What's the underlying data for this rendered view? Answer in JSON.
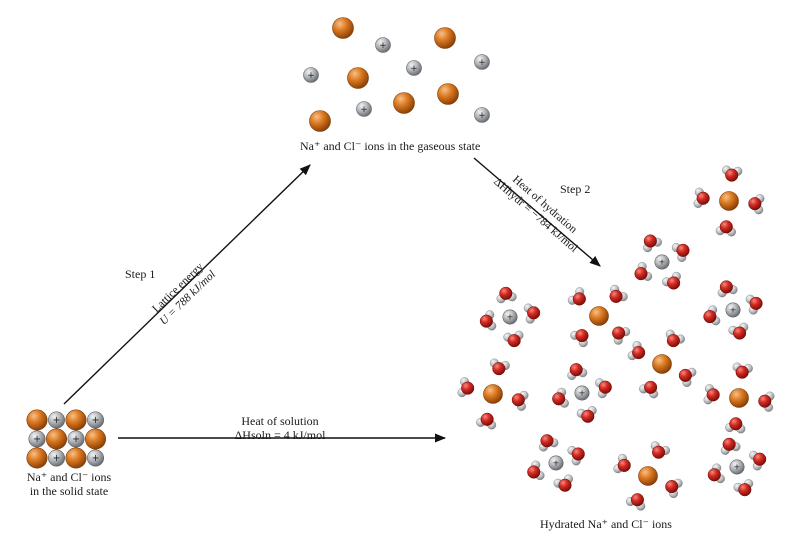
{
  "diagram": {
    "gas_label": "Na⁺ and Cl⁻ ions in the gaseous state",
    "solid_label_line1": "Na⁺ and Cl⁻ ions",
    "solid_label_line2": "in the solid state",
    "hydrated_label": "Hydrated Na⁺ and Cl⁻ ions",
    "step1_label": "Step 1",
    "step2_label": "Step 2",
    "step1_line1": "Lattice energy",
    "step1_line2": "U = 788 kJ/mol",
    "step2_line1": "Heat of hydration",
    "step2_line2": "ΔHhydr = −784 kJ/mol",
    "solution_line1": "Heat of solution",
    "solution_line2": "ΔHsoln = 4 kJ/mol",
    "plus_sign": "+"
  },
  "colors": {
    "sodium": "#d9711c",
    "chloride": "#a9adb2",
    "oxygen": "#d42a22",
    "hydrogen": "#c4c7ca",
    "arrow": "#111111"
  }
}
